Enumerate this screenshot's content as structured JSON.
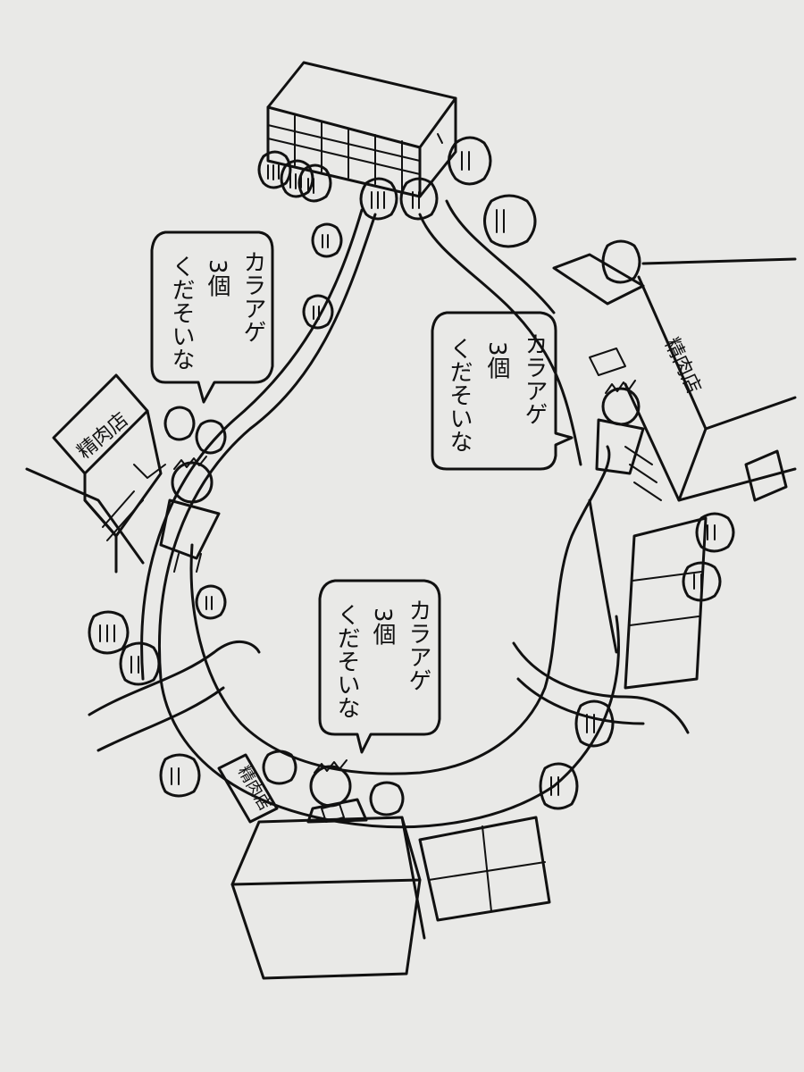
{
  "colors": {
    "paper": "#e9e9e7",
    "ink": "#111111"
  },
  "speech_bubbles": [
    {
      "lines": [
        "カラアゲ",
        "3個",
        "くだそいな"
      ]
    },
    {
      "lines": [
        "カラアゲ",
        "3個",
        "くだそいな"
      ]
    },
    {
      "lines": [
        "カラアゲ",
        "3個",
        "くだそいな"
      ]
    }
  ],
  "shop_signs": {
    "left_shop": "精肉店",
    "right_shop": "精肉店",
    "bottom_shop": "精肉店"
  },
  "icons": [
    "tree-icon",
    "person-icon",
    "building-icon"
  ]
}
